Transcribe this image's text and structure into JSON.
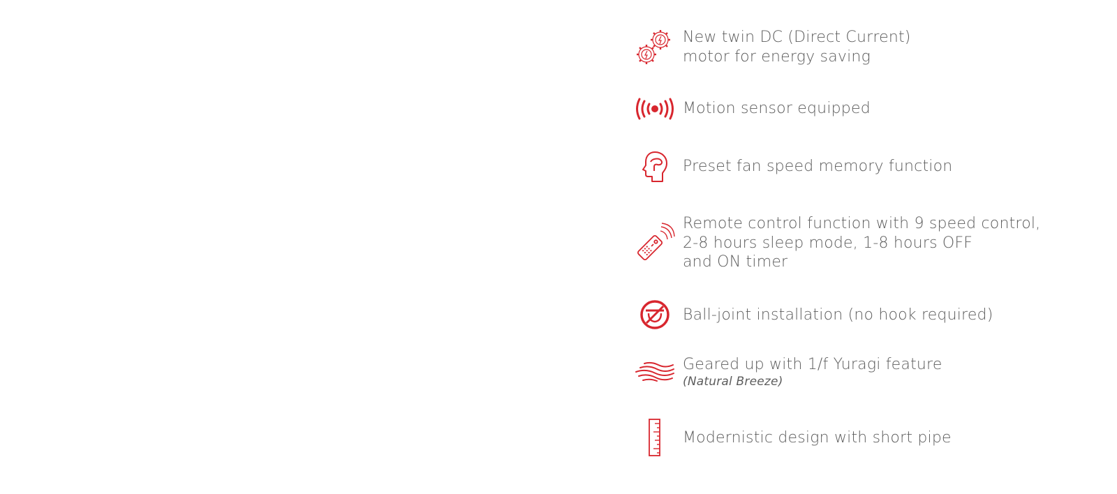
{
  "accent_color": "#d8262e",
  "features": [
    {
      "icon": "twin-gears-icon",
      "lines": [
        "New twin DC (Direct Current)",
        "motor for energy saving"
      ]
    },
    {
      "icon": "motion-sensor-icon",
      "lines": [
        "Motion sensor equipped"
      ]
    },
    {
      "icon": "head-memory-icon",
      "lines": [
        "Preset fan speed memory function"
      ]
    },
    {
      "icon": "remote-control-icon",
      "lines": [
        "Remote control function with 9 speed control,",
        "2-8 hours sleep mode, 1-8 hours OFF",
        "and ON timer"
      ]
    },
    {
      "icon": "no-hook-icon",
      "lines": [
        "Ball-joint installation (no hook required)"
      ]
    },
    {
      "icon": "breeze-waves-icon",
      "lines": [
        "Geared up with 1/f Yuragi feature"
      ],
      "sub": "(Natural Breeze)"
    },
    {
      "icon": "ruler-icon",
      "lines": [
        "Modernistic design with short pipe"
      ]
    }
  ]
}
